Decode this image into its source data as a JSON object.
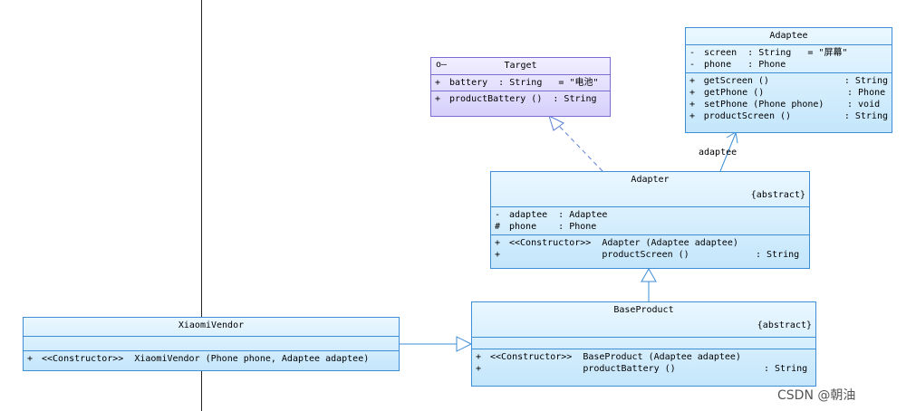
{
  "target": {
    "name": "Target",
    "icon": "interface-lollipop-icon",
    "attributes": [
      {
        "vis": "+",
        "text": "battery  : String   = \"电池\""
      }
    ],
    "operations": [
      {
        "vis": "+",
        "text": "productBattery ()  : String"
      }
    ]
  },
  "adaptee": {
    "name": "Adaptee",
    "attributes": [
      {
        "vis": "-",
        "text": "screen  : String   = \"屏幕\""
      },
      {
        "vis": "-",
        "text": "phone   : Phone"
      }
    ],
    "operations": [
      {
        "vis": "+",
        "name": "getScreen ()",
        "type": ": String"
      },
      {
        "vis": "+",
        "name": "getPhone ()",
        "type": ": Phone"
      },
      {
        "vis": "+",
        "name": "setPhone (Phone phone)",
        "type": ": void"
      },
      {
        "vis": "+",
        "name": "productScreen ()",
        "type": ": String"
      }
    ]
  },
  "adapter": {
    "name": "Adapter",
    "stereotype": "{abstract}",
    "attributes": [
      {
        "vis": "-",
        "text": "adaptee  : Adaptee"
      },
      {
        "vis": "#",
        "text": "phone    : Phone"
      }
    ],
    "operations": [
      {
        "vis": "+",
        "name": "<<Constructor>>  Adapter (Adaptee adaptee)",
        "type": ""
      },
      {
        "vis": "+",
        "name": "                 productScreen ()",
        "type": ": String"
      }
    ]
  },
  "base_product": {
    "name": "BaseProduct",
    "stereotype": "{abstract}",
    "operations": [
      {
        "vis": "+",
        "name": "<<Constructor>>  BaseProduct (Adaptee adaptee)",
        "type": ""
      },
      {
        "vis": "+",
        "name": "                 productBattery ()",
        "type": ": String"
      }
    ]
  },
  "xiaomi_vendor": {
    "name": "XiaomiVendor",
    "operations": [
      {
        "vis": "+",
        "text": "<<Constructor>>  XiaomiVendor (Phone phone, Adaptee adaptee)"
      }
    ]
  },
  "association_label": "adaptee",
  "watermark": "CSDN @朝油",
  "colors": {
    "class_border": "#3c8ed6",
    "interface_border": "#7a6cd3",
    "class_fill": "#c4e6fb",
    "interface_fill": "#d6d0fb"
  }
}
